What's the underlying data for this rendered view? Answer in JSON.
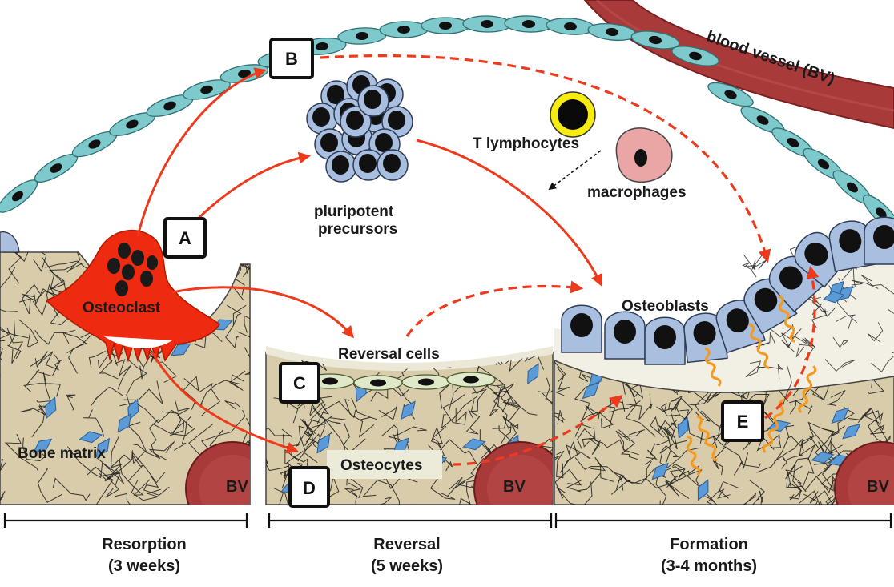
{
  "labels": {
    "blood_vessel": "blood vessel (BV)",
    "t_lymphocytes": "T lymphocytes",
    "macrophages": "macrophages",
    "pluripotent": "pluripotent",
    "precursors": "precursors",
    "osteoclast": "Osteoclast",
    "osteoblasts": "Osteoblasts",
    "reversal_cells": "Reversal cells",
    "bone_matrix": "Bone matrix",
    "osteocytes": "Osteocytes",
    "bv": "BV"
  },
  "boxes": {
    "a": "A",
    "b": "B",
    "c": "C",
    "d": "D",
    "e": "E"
  },
  "phases": {
    "resorption": {
      "name": "Resorption",
      "duration": "(3 weeks)"
    },
    "reversal": {
      "name": "Reversal",
      "duration": "(5 weeks)"
    },
    "formation": {
      "name": "Formation",
      "duration": "(3-4 months)"
    }
  },
  "colors": {
    "bone": "#d8ccaa",
    "osteoclast": "#ee2a10",
    "osteoblast": "#a9bfe0",
    "endothelial": "#7ec9cc",
    "vessel": "#a93a3a",
    "arrow": "#ee3a1c",
    "wavy": "#f39a22",
    "osteocyte": "#5a9ad6"
  }
}
